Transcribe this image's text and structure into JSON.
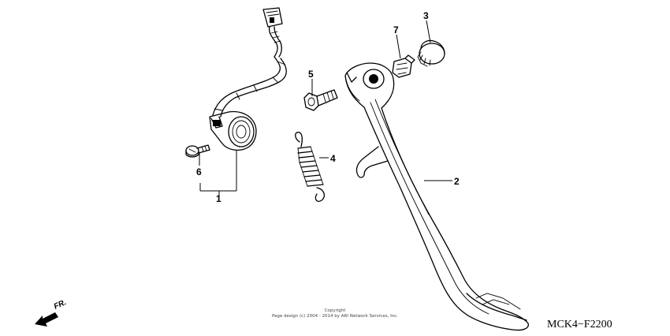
{
  "diagram": {
    "callouts": [
      "1",
      "2",
      "3",
      "4",
      "5",
      "6",
      "7"
    ],
    "front_label": "FR.",
    "diagram_code": "MCK4−F2200",
    "copyright_line1": "Copyright",
    "copyright_line2": "Page design (c) 2004 - 2014 by ARI Network Services, Inc."
  }
}
